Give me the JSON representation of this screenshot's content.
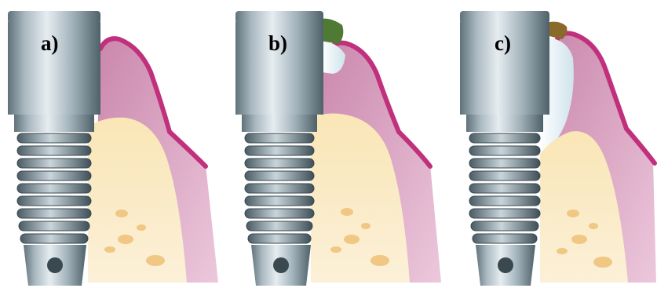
{
  "figure": {
    "panels": [
      {
        "label": "a)"
      },
      {
        "label": "b)"
      },
      {
        "label": "c)"
      }
    ]
  },
  "colors": {
    "implant_light": "#d4dee4",
    "implant_mid": "#93a6b0",
    "implant_dark": "#4e6069",
    "bone": "#f7e3b5",
    "bone_spot": "#f0c783",
    "gingiva": "#d8a8c4",
    "gingiva_edge": "#c0307c",
    "calculus": "#4f7a34",
    "calculus_brown": "#8a6a2a",
    "pocket": "#e8f4f8"
  }
}
